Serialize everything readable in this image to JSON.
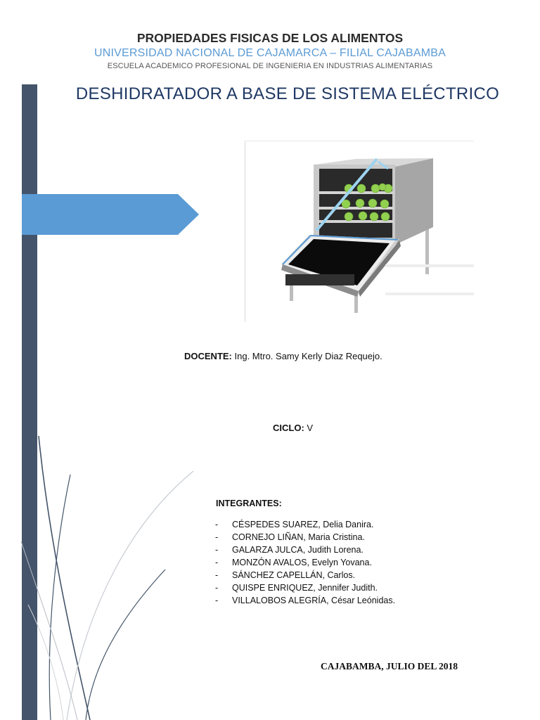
{
  "header": {
    "title": "PROPIEDADES FISICAS DE LOS ALIMENTOS",
    "university": "UNIVERSIDAD NACIONAL DE CAJAMARCA – FILIAL CAJABAMBA",
    "school": "ESCUELA ACADEMICO PROFESIONAL DE INGENIERIA EN INDUSTRIAS ALIMENTARIAS"
  },
  "document": {
    "title": "DESHIDRATADOR A BASE DE SISTEMA ELÉCTRICO"
  },
  "docente": {
    "label": "DOCENTE:",
    "value": " Ing. Mtro. Samy Kerly Diaz Requejo."
  },
  "ciclo": {
    "label": "CICLO:",
    "value": " V"
  },
  "integrantes": {
    "label": "INTEGRANTES:",
    "members": [
      "CÉSPEDES SUAREZ, Delia Danira.",
      "CORNEJO LIÑAN, Maria Cristina.",
      "GALARZA JULCA, Judith Lorena.",
      "MONZÓN AVALOS, Evelyn Yovana.",
      "SÁNCHEZ CAPELLÁN, Carlos.",
      "QUISPE ENRIQUEZ, Jennifer Judith.",
      "VILLALOBOS ALEGRÍA, César Leónidas."
    ],
    "bullet": "-"
  },
  "footer": {
    "place_date": "CAJABAMBA, JULIO DEL 2018"
  },
  "colors": {
    "sidebar": "#44546a",
    "arrow": "#5b9bd5",
    "title_blue": "#1f3864",
    "university_blue": "#5b9bd5"
  }
}
